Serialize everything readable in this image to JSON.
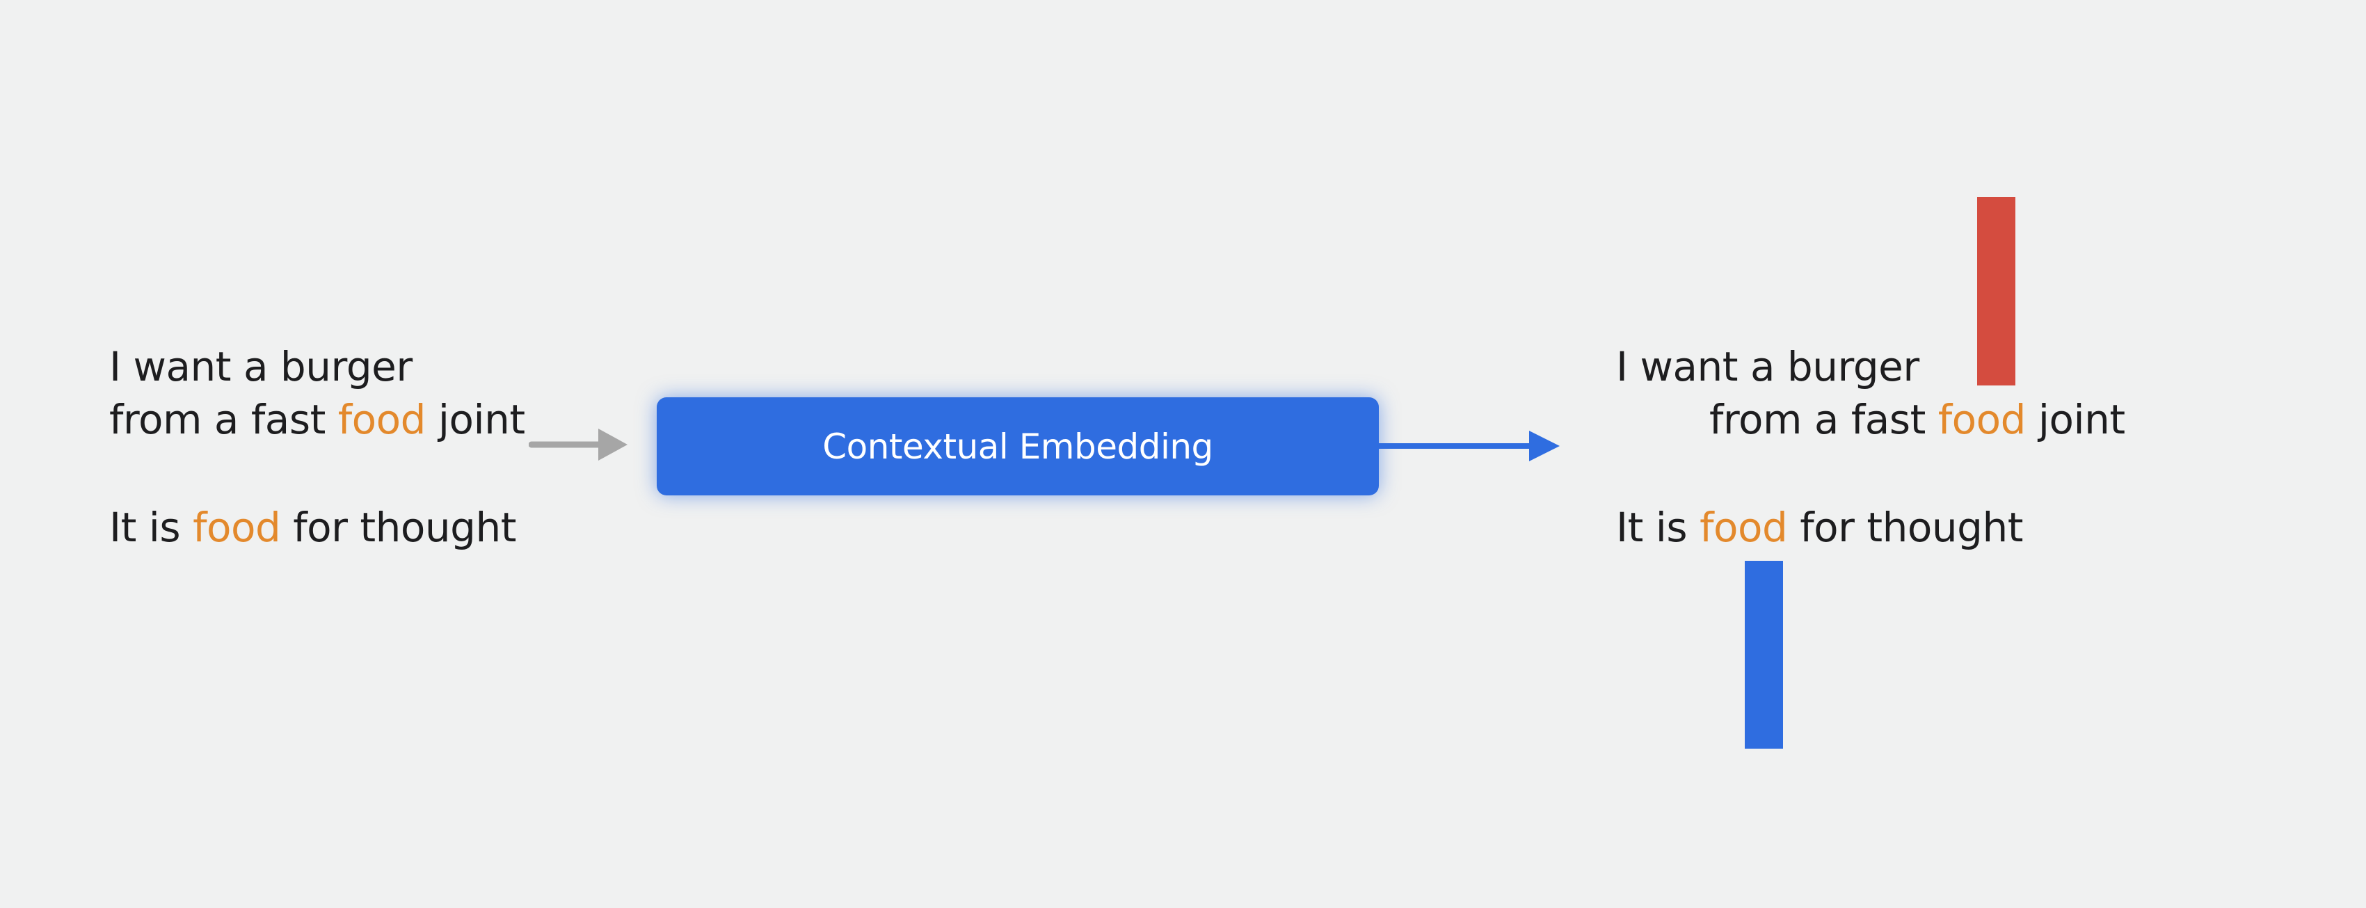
{
  "input": {
    "sentence1_line1": "I want a burger",
    "sentence1_line2": {
      "before": "from a fast ",
      "highlight": "food",
      "after": " joint"
    },
    "sentence2": {
      "before": "It is ",
      "highlight": "food",
      "after": " for thought"
    }
  },
  "embedding": {
    "label": "Contextual Embedding"
  },
  "output": {
    "sentence1_line1": "I want a burger",
    "sentence1_line2": {
      "before": "from a fast ",
      "highlight": "food",
      "after": " joint"
    },
    "sentence2": {
      "before": "It is ",
      "highlight": "food",
      "after": " for thought"
    }
  },
  "colors": {
    "background": "#f0f1f1",
    "text": "#1d1d1f",
    "highlight": "#e3892c",
    "embedding_box": "#2f6de0",
    "input_arrow": "#a6a6a6",
    "output_arrow": "#2f6de0",
    "vector_food_meal": "#d44c3f",
    "vector_food_thought": "#2f6de0"
  }
}
